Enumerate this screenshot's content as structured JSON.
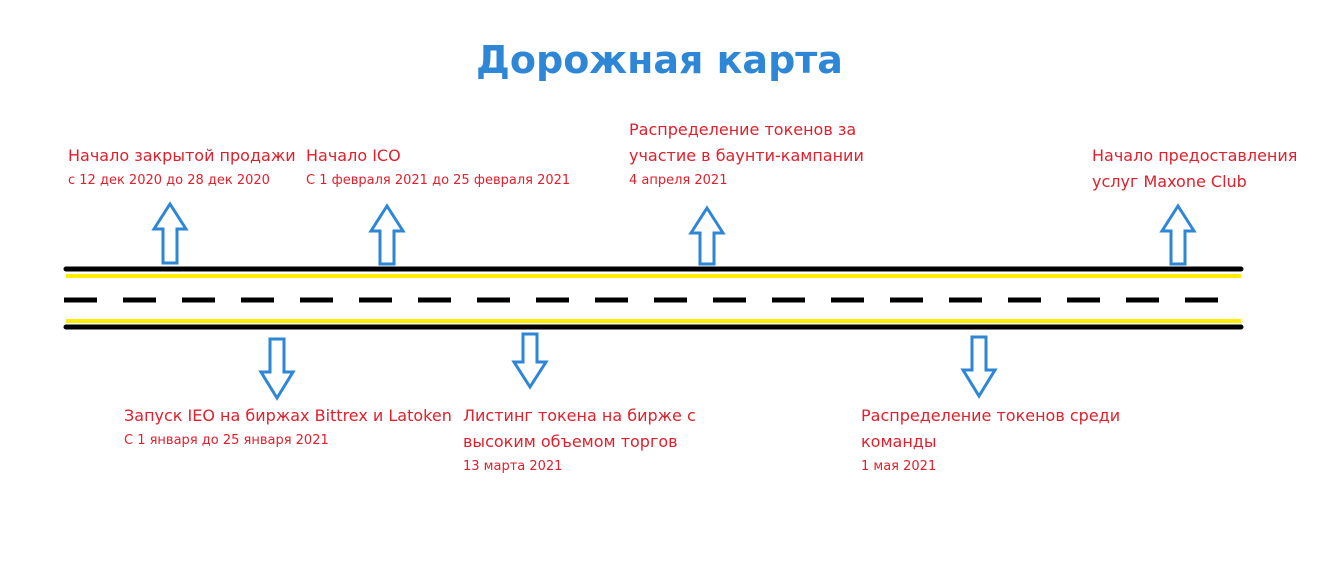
{
  "title": "Дорожная карта",
  "colors": {
    "title": "#2e86d6",
    "text": "#e0202c",
    "arrow": "#2e86d6",
    "road_line": "#000000",
    "road_edge": "#ffee00"
  },
  "icons": {
    "up": "arrow-up-icon",
    "down": "arrow-down-icon"
  },
  "milestones_top": [
    {
      "label": "Начало закрытой продажи",
      "date": "с 12 дек 2020 до 28 дек 2020"
    },
    {
      "label": "Начало ICO",
      "date": "С 1 февраля 2021 до 25 февраля 2021"
    },
    {
      "label": "Распределение токенов за\nучастие в баунти-кампании",
      "date": "4 апреля 2021"
    },
    {
      "label": "Начало предоставления\nуслуг Maxone Club",
      "date": ""
    }
  ],
  "milestones_bottom": [
    {
      "label": "Запуск IEO на биржах Bittrex и Latoken",
      "date": "С 1 января до 25 января 2021"
    },
    {
      "label": "Листинг токена на бирже с\nвысоким объемом торгов",
      "date": "13 марта 2021"
    },
    {
      "label": "Распределение токенов среди\nкоманды",
      "date": "1 мая 2021"
    }
  ]
}
